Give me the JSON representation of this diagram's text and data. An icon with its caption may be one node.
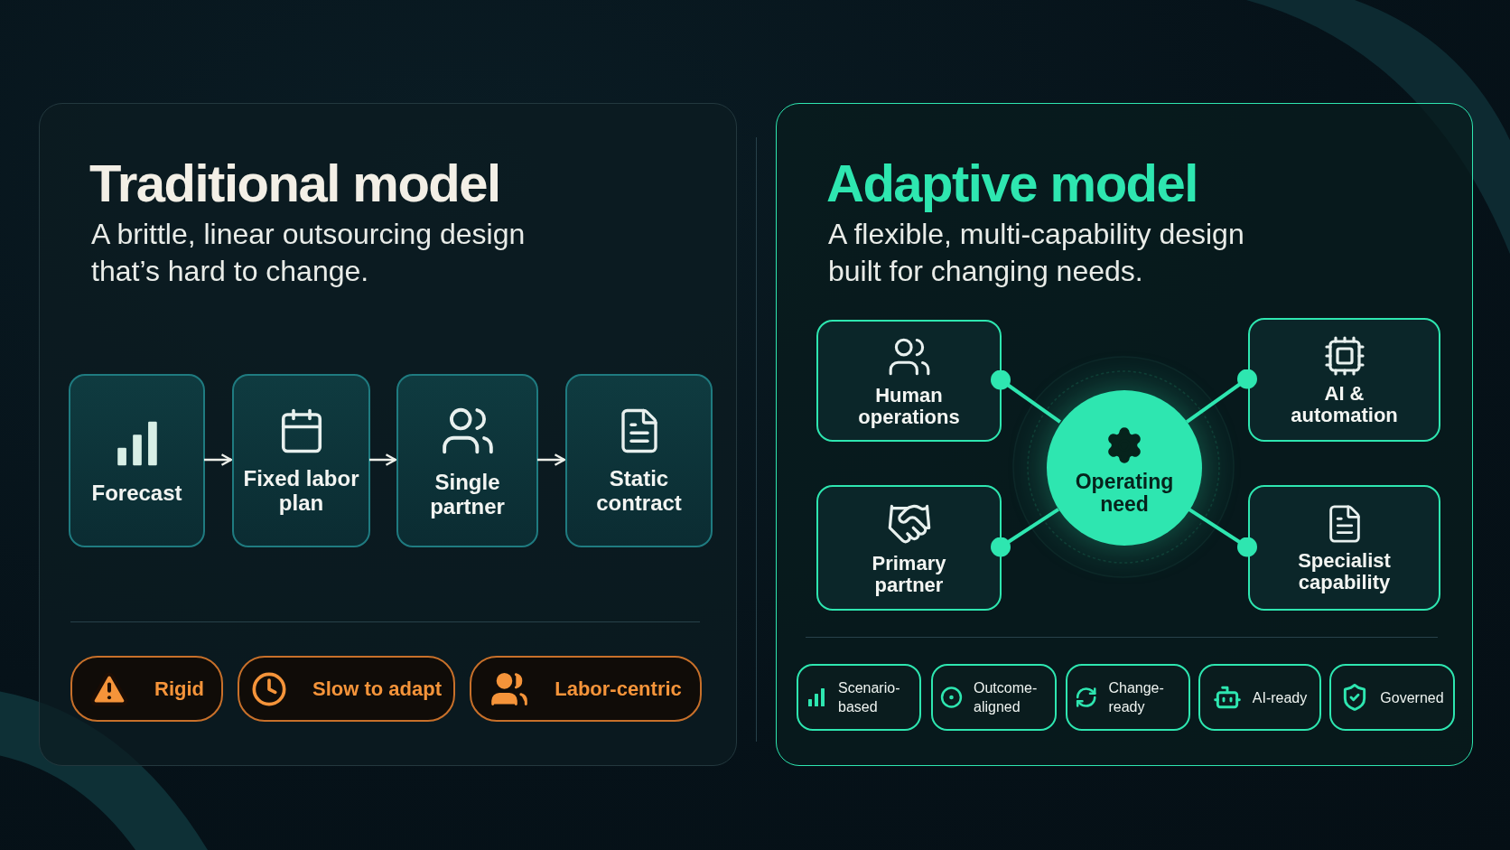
{
  "diagram": {
    "nodes": [
      {
        "text": [
          "Traditional model",
          "A brittle, linear outsourcing design that’s hard to change."
        ]
      },
      {
        "text": [
          "Forecast"
        ],
        "in": 0
      },
      {
        "text": [
          "Fixed labor plan"
        ],
        "in": 0
      },
      {
        "text": [
          "Single partner"
        ],
        "in": 0
      },
      {
        "text": [
          "Static contract"
        ],
        "in": 0
      },
      {
        "text": [
          "Rigid"
        ],
        "in": 0
      },
      {
        "text": [
          "Slow to adapt"
        ],
        "in": 0
      },
      {
        "text": [
          "Labor-centric"
        ],
        "in": 0
      },
      {
        "text": [
          "Adaptive model",
          "A flexible, multi-capability design built for changing needs."
        ]
      },
      {
        "text": [
          "Human operations"
        ],
        "in": 8
      },
      {
        "text": [
          "AI & automation"
        ],
        "in": 8
      },
      {
        "text": [
          "Operating need"
        ],
        "in": 8
      },
      {
        "text": [
          "Primary partner"
        ],
        "in": 8
      },
      {
        "text": [
          "Specialist capability"
        ],
        "in": 8
      },
      {
        "text": [
          "Scenario-based"
        ],
        "in": 8
      },
      {
        "text": [
          "Outcome-aligned"
        ],
        "in": 8
      },
      {
        "text": [
          "Change-ready"
        ],
        "in": 8
      },
      {
        "text": [
          "AI-ready"
        ],
        "in": 8
      },
      {
        "text": [
          "Governed"
        ],
        "in": 8
      }
    ],
    "edges": [
      {
        "from": 1,
        "to": 2,
        "arrow": "to",
        "color": "#eef0ea"
      },
      {
        "from": 2,
        "to": 3,
        "arrow": "to",
        "color": "#eef0ea"
      },
      {
        "from": 3,
        "to": 4,
        "arrow": "to",
        "color": "#eef0ea"
      },
      {
        "from": 11,
        "to": 9,
        "arrow": "other"
      },
      {
        "from": 11,
        "to": 10,
        "arrow": "other"
      },
      {
        "from": 11,
        "to": 12,
        "arrow": "other"
      },
      {
        "from": 11,
        "to": 13,
        "arrow": "other"
      }
    ]
  }
}
